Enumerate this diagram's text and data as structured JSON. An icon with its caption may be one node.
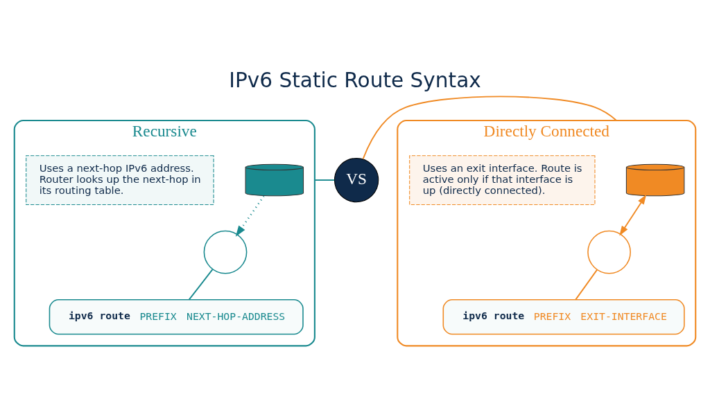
{
  "diagram": {
    "title": "IPv6 Static Route Syntax",
    "nodes": [
      {
        "text": [
          "Recursive"
        ]
      },
      {
        "text": [],
        "shape": "cylinder",
        "in": 0
      },
      {
        "text": [],
        "shape": "circle",
        "in": 0
      },
      {
        "text": [
          "ipv6 route",
          "PREFIX",
          "NEXT-HOP-ADDRESS"
        ],
        "in": 0
      },
      {
        "text": [
          "Uses a next-hop IPv6 address. Router looks up the next-hop in its routing table."
        ],
        "in": 0
      },
      {
        "text": [
          "VS"
        ]
      },
      {
        "text": [
          "Directly Connected"
        ]
      },
      {
        "text": [],
        "shape": "cylinder",
        "in": 6
      },
      {
        "text": [],
        "shape": "circle",
        "in": 6
      },
      {
        "text": [
          "ipv6 route",
          "PREFIX",
          "EXIT-INTERFACE"
        ],
        "in": 6
      },
      {
        "text": [
          "Uses an exit interface. Route is active only if that interface is up (directly connected)."
        ],
        "in": 6
      }
    ],
    "edges": [
      {
        "from": 1,
        "to": 2,
        "arrow": "to",
        "style": "dashed"
      },
      {
        "from": 2,
        "to": 3,
        "arrow": "none"
      },
      {
        "from": 0,
        "to": 5,
        "arrow": "none"
      },
      {
        "from": 5,
        "to": 6,
        "arrow": "none",
        "color": "#f08a24"
      },
      {
        "from": 7,
        "to": 8,
        "arrow": "both",
        "color": "#f08a24"
      },
      {
        "from": 8,
        "to": 9,
        "arrow": "none",
        "color": "#f08a24"
      }
    ]
  }
}
